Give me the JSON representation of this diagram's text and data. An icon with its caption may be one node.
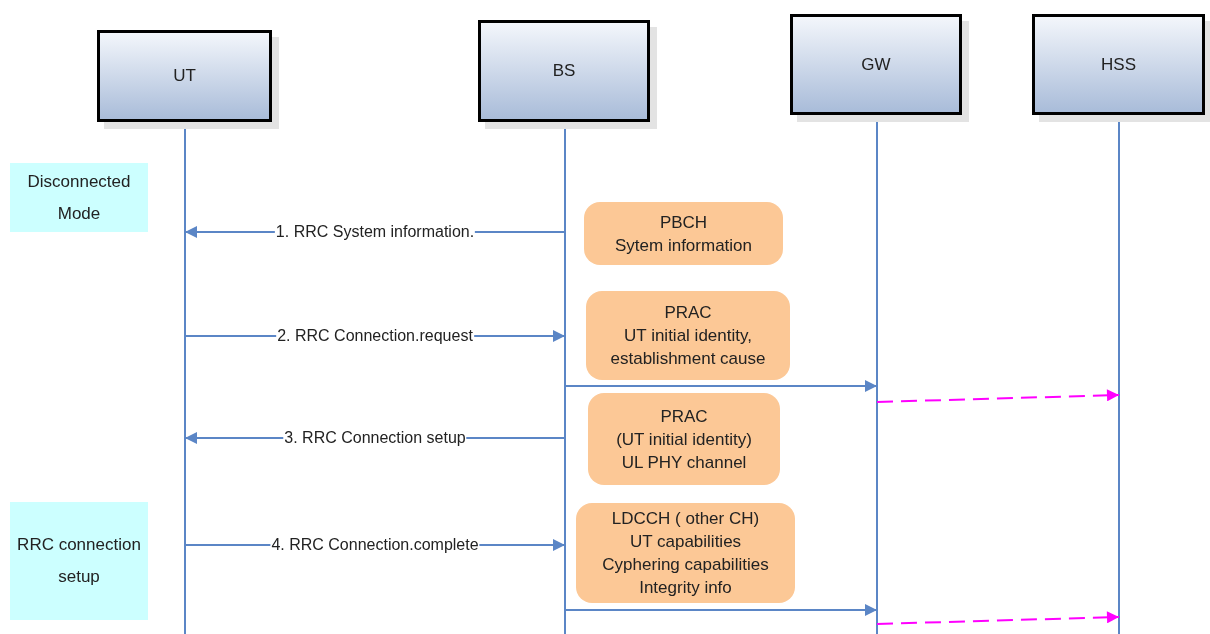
{
  "diagram": {
    "nodes": [
      {
        "text": [
          "UT"
        ]
      },
      {
        "text": [
          "BS"
        ]
      },
      {
        "text": [
          "GW"
        ]
      },
      {
        "text": [
          "HSS"
        ]
      },
      {
        "text": [
          "Disconnected Mode"
        ]
      },
      {
        "text": [
          "PBCH",
          "Sytem information"
        ]
      },
      {
        "text": [
          "PRAC",
          "UT initial identity, establishment cause"
        ]
      },
      {
        "text": [
          "PRAC",
          "(UT initial identity)",
          "UL PHY channel"
        ]
      },
      {
        "text": [
          "RRC connection setup"
        ]
      },
      {
        "text": [
          "LDCCH ( other CH)",
          "UT capabilities",
          "Cyphering capabilities",
          "Integrity info"
        ]
      }
    ],
    "edges": [
      {
        "from": 1,
        "to": 0,
        "arrow": "to",
        "label": "1. RRC System information."
      },
      {
        "from": 0,
        "to": 1,
        "arrow": "to",
        "label": "2. RRC Connection.request"
      },
      {
        "from": 1,
        "to": 2,
        "arrow": "to"
      },
      {
        "from": 2,
        "to": 3,
        "arrow": "to",
        "style": "dashed",
        "color": "#ff00ff"
      },
      {
        "from": 1,
        "to": 0,
        "arrow": "to",
        "label": "3. RRC Connection setup"
      },
      {
        "from": 0,
        "to": 1,
        "arrow": "to",
        "label": "4. RRC Connection.complete"
      },
      {
        "from": 1,
        "to": 2,
        "arrow": "to"
      },
      {
        "from": 2,
        "to": 3,
        "arrow": "to",
        "style": "dashed",
        "color": "#ff00ff"
      }
    ]
  }
}
